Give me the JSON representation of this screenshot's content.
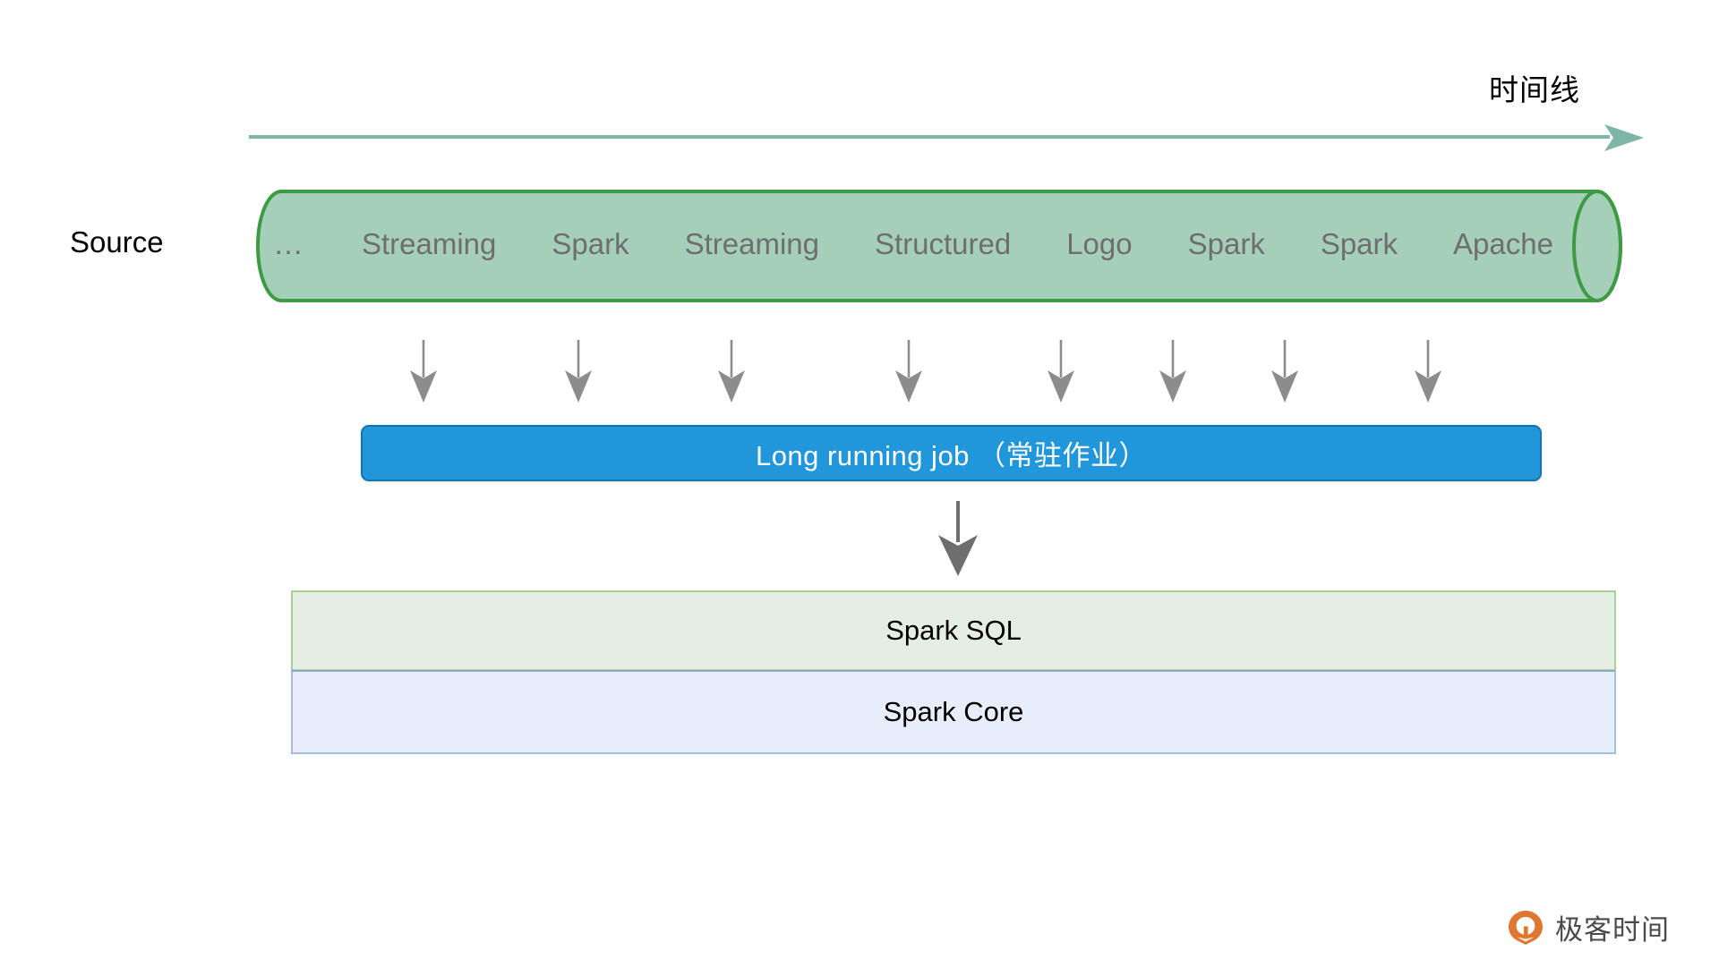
{
  "timeline": {
    "label": "时间线",
    "arrow_color": "#7fb5a5",
    "icon": "timeline-arrow-right-icon"
  },
  "source": {
    "label": "Source",
    "cylinder": {
      "fill": "#a6cfba",
      "stroke": "#3d9b44",
      "icon": "cylinder-queue-icon"
    },
    "items": [
      "…",
      "Streaming",
      "Spark",
      "Streaming",
      "Structured",
      "Logo",
      "Spark",
      "Spark",
      "Apache"
    ]
  },
  "feed_arrows": {
    "count": 8,
    "color": "#8c8c8c",
    "icon": "arrow-down-icon"
  },
  "job": {
    "label": "Long running job （常驻作业）",
    "fill": "#2196da",
    "stroke": "#1275ad"
  },
  "flow_arrow": {
    "color": "#6e6e6e",
    "icon": "arrow-down-icon"
  },
  "stack": {
    "boxes": [
      {
        "label": "Spark SQL",
        "fill": "#e4efe1",
        "stroke": "#a8cf9a"
      },
      {
        "label": "Spark Core",
        "fill": "#e7edfa",
        "stroke": "#a3bcdf"
      }
    ]
  },
  "branding": {
    "name": "极客时间",
    "mark_color": "#e0762f",
    "icon": "geektime-logo-icon"
  }
}
